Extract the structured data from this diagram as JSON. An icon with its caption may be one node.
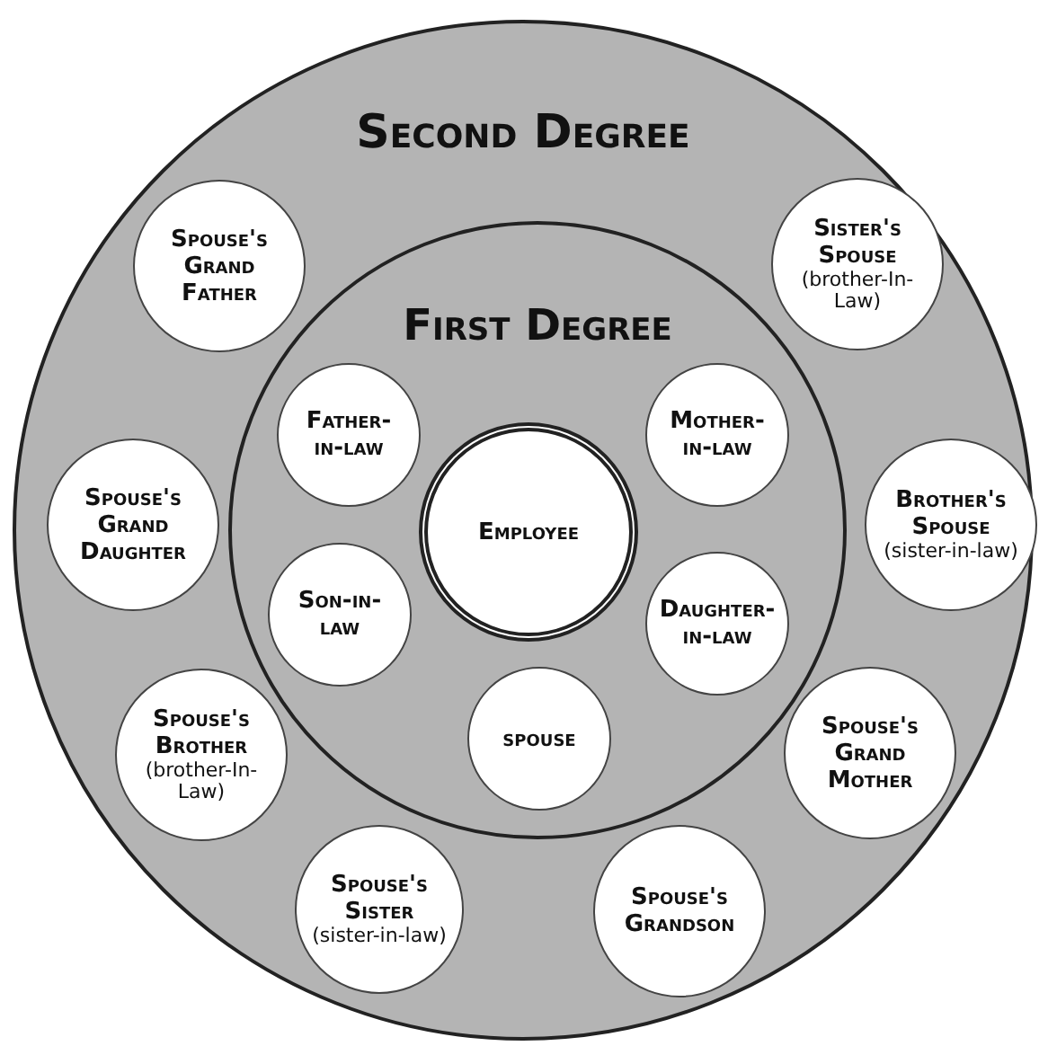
{
  "diagram": {
    "nodes": [
      {
        "text": [
          "Second Degree"
        ]
      },
      {
        "text": [
          "First Degree"
        ],
        "in": 0
      },
      {
        "text": [
          "Employee"
        ],
        "in": 1
      },
      {
        "text": [
          "Father-in-law"
        ],
        "in": 1
      },
      {
        "text": [
          "Mother-in-law"
        ],
        "in": 1
      },
      {
        "text": [
          "Son-in-law"
        ],
        "in": 1
      },
      {
        "text": [
          "Daughter-in-law"
        ],
        "in": 1
      },
      {
        "text": [
          "spouse"
        ],
        "in": 1
      },
      {
        "text": [
          "Spouse's Grand Father"
        ],
        "in": 0
      },
      {
        "text": [
          "Sister's Spouse",
          "(brother-In-Law)"
        ],
        "in": 0
      },
      {
        "text": [
          "Spouse's Grand Daughter"
        ],
        "in": 0
      },
      {
        "text": [
          "Brother's Spouse",
          "(sister-in-law)"
        ],
        "in": 0
      },
      {
        "text": [
          "Spouse's Brother",
          "(brother-In-Law)"
        ],
        "in": 0
      },
      {
        "text": [
          "Spouse's Grand Mother"
        ],
        "in": 0
      },
      {
        "text": [
          "Spouse's Sister",
          "(sister-in-law)"
        ],
        "in": 0
      },
      {
        "text": [
          "Spouse's Grandson"
        ],
        "in": 0
      }
    ]
  }
}
